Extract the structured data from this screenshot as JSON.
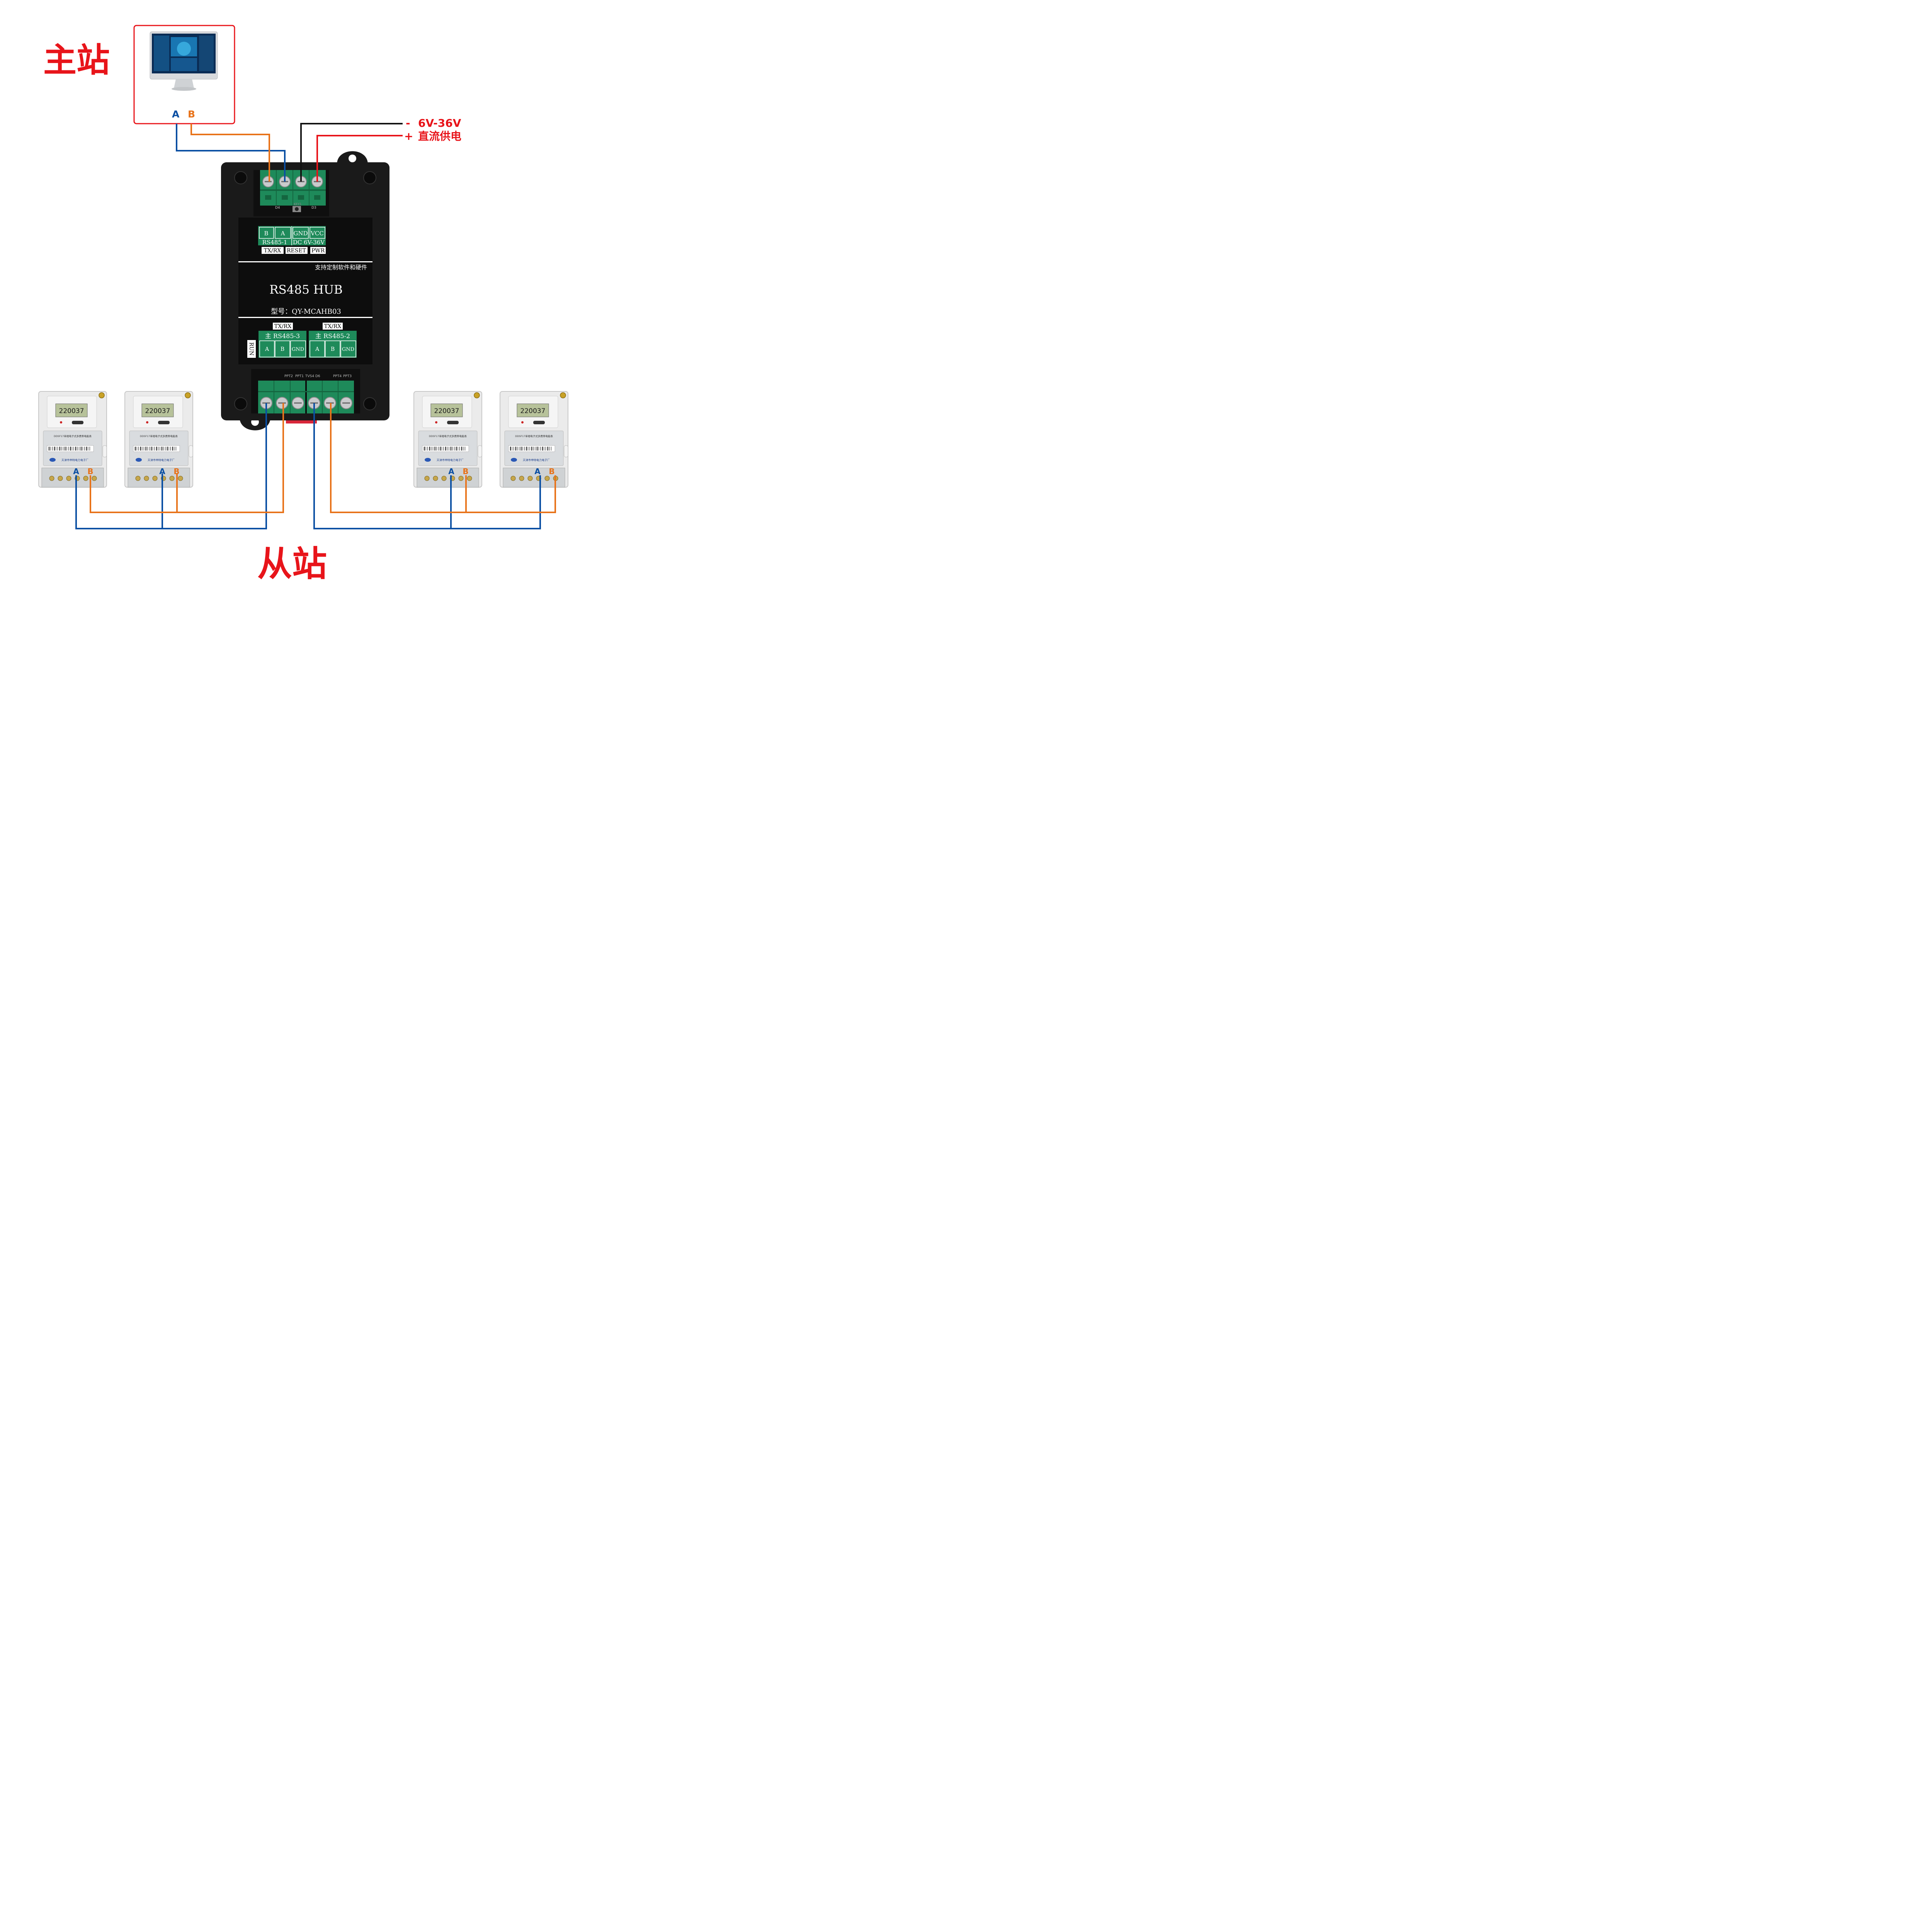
{
  "colors": {
    "red": "#e8141a",
    "blue": "#0a4fa3",
    "orange": "#e8731a",
    "black": "#111111",
    "terminal_green": "#1e8a5a",
    "device_body": "#1a1a1a"
  },
  "master": {
    "title": "主站",
    "a_label": "A",
    "b_label": "B",
    "icon": "desktop-computer-icon"
  },
  "slave": {
    "title": "从站"
  },
  "power": {
    "minus_sign": "-",
    "voltage": "6V-36V",
    "plus_sign": "+",
    "desc": "直流供电"
  },
  "hub": {
    "top_terminals": [
      "B",
      "A",
      "GND",
      "VCC"
    ],
    "top_group_left": "RS485-1",
    "top_group_right": "DC 6V-36V",
    "top_leds": [
      "TX/RX",
      "RESET",
      "PWR"
    ],
    "custom_note": "支持定制软件和硬件",
    "product_name": "RS485 HUB",
    "model": "型号：QY-MCAHB03",
    "left_port_led": "TX/RX",
    "left_port_name": "主 RS485-3",
    "left_port_terminals": [
      "A",
      "B",
      "GND"
    ],
    "right_port_led": "TX/RX",
    "right_port_name": "主 RS485-2",
    "right_port_terminals": [
      "A",
      "B",
      "GND"
    ],
    "run_label": "RUN",
    "pcb_top": [
      "D4",
      "KEY1",
      "D3"
    ],
    "pcb_bottom": [
      "PPT2",
      "PPT1",
      "TVS4",
      "D6",
      "PPT4",
      "PPT3"
    ]
  },
  "meters": [
    {
      "reading": "220037",
      "a_label": "A",
      "b_label": "B",
      "model": "DDSF17单相电子式多费率电能表",
      "maker": "天津市申特电力电子厂"
    },
    {
      "reading": "220037",
      "a_label": "A",
      "b_label": "B",
      "model": "DDSF17单相电子式多费率电能表",
      "maker": "天津市申特电力电子厂"
    },
    {
      "reading": "220037",
      "a_label": "A",
      "b_label": "B",
      "model": "DDSF17单相电子式多费率电能表",
      "maker": "天津市申特电力电子厂"
    },
    {
      "reading": "220037",
      "a_label": "A",
      "b_label": "B",
      "model": "DDSF17单相电子式多费率电能表",
      "maker": "天津市申特电力电子厂"
    }
  ]
}
